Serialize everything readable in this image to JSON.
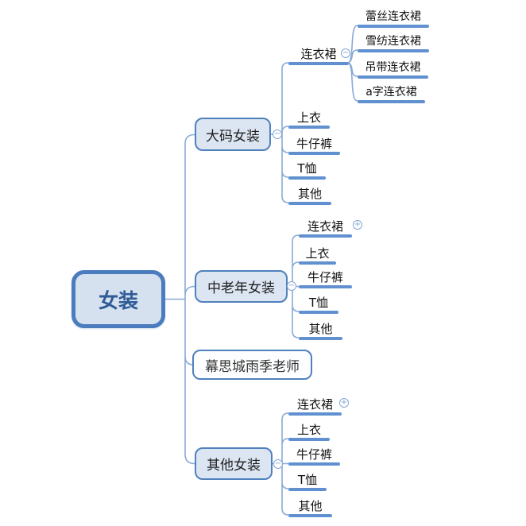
{
  "icons": {
    "collapse": "−",
    "expand": "+"
  },
  "colors": {
    "canvas_bg": "#ffffff",
    "node_border": "#4f81bd",
    "root_fill": "#d6e1f0",
    "branch_fill": "#dce5f2",
    "plain_node_fill": "#fdfeff",
    "root_text": "#2f5b96",
    "topic_text": "#1f1f1f",
    "underline": "#6090d0",
    "connector": "#8aaad6"
  },
  "mindmap": {
    "root": {
      "label": "女装",
      "children": [
        {
          "label": "大码女装",
          "toggle": "collapse",
          "children": [
            {
              "label": "连衣裙",
              "toggle": "collapse",
              "children": [
                {
                  "label": "蕾丝连衣裙"
                },
                {
                  "label": "雪纺连衣裙"
                },
                {
                  "label": "吊带连衣裙"
                },
                {
                  "label": "a字连衣裙"
                }
              ]
            },
            {
              "label": "上衣"
            },
            {
              "label": "牛仔裤"
            },
            {
              "label": "T恤"
            },
            {
              "label": "其他"
            }
          ]
        },
        {
          "label": "中老年女装",
          "toggle": "collapse",
          "children": [
            {
              "label": "连衣裙",
              "toggle": "expand"
            },
            {
              "label": "上衣"
            },
            {
              "label": "牛仔裤"
            },
            {
              "label": "T恤"
            },
            {
              "label": "其他"
            }
          ]
        },
        {
          "label": "幕思城雨季老师"
        },
        {
          "label": "其他女装",
          "toggle": "collapse",
          "children": [
            {
              "label": "连衣裙",
              "toggle": "expand"
            },
            {
              "label": "上衣"
            },
            {
              "label": "牛仔裤"
            },
            {
              "label": "T恤"
            },
            {
              "label": "其他"
            }
          ]
        }
      ]
    }
  }
}
